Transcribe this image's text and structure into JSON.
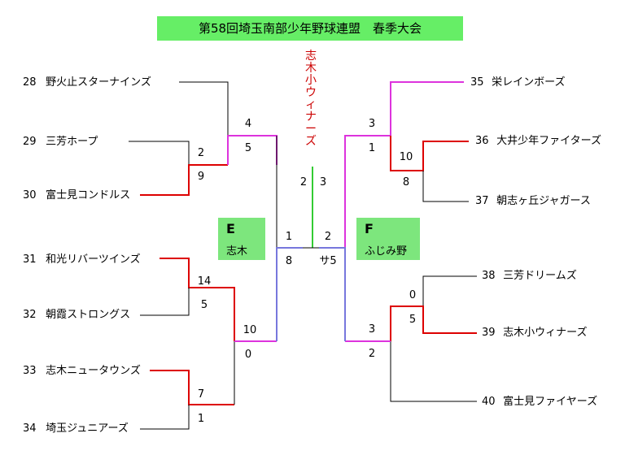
{
  "title": "第58回埼玉南部少年野球連盟　春季大会",
  "champion": [
    "志",
    "木",
    "小",
    "ウ",
    "ィ",
    "ナ",
    "ー",
    "ズ"
  ],
  "block_e": {
    "letter": "E",
    "name": "志木"
  },
  "block_f": {
    "letter": "F",
    "name": "ふじみ野"
  },
  "left_teams": [
    {
      "seed": "28",
      "name": "野火止スターナインズ"
    },
    {
      "seed": "29",
      "name": "三芳ホープ"
    },
    {
      "seed": "30",
      "name": "富士見コンドルス"
    },
    {
      "seed": "31",
      "name": "和光リバーツインズ"
    },
    {
      "seed": "32",
      "name": "朝霞ストロングス"
    },
    {
      "seed": "33",
      "name": "志木ニュータウンズ"
    },
    {
      "seed": "34",
      "name": "埼玉ジュニアーズ"
    }
  ],
  "right_teams": [
    {
      "seed": "35",
      "name": "栄レインボーズ"
    },
    {
      "seed": "36",
      "name": "大井少年ファイターズ"
    },
    {
      "seed": "37",
      "name": "朝志ヶ丘ジャガース"
    },
    {
      "seed": "38",
      "name": "三芳ドリームズ"
    },
    {
      "seed": "39",
      "name": "志木小ウィナーズ"
    },
    {
      "seed": "40",
      "name": "富士見ファイヤーズ"
    }
  ],
  "scores": {
    "l_29_30_top": "2",
    "l_29_30_bot": "9",
    "l_semi_top": "4",
    "l_semi_bot": "5",
    "l_31_32_top": "14",
    "l_31_32_bot": "5",
    "l_33_34_top": "7",
    "l_33_34_bot": "1",
    "l_q_top": "10",
    "l_q_bot": "0",
    "l_final_top": "1",
    "l_final_bot": "8",
    "r_36_37_top": "10",
    "r_36_37_bot": "8",
    "r_semi_top": "3",
    "r_semi_bot": "1",
    "r_38_39_top": "0",
    "r_38_39_bot": "5",
    "r_q_top": "3",
    "r_q_bot": "2",
    "r_final_top": "2",
    "r_final_bot": "サ5",
    "champ_left": "2",
    "champ_right": "3"
  },
  "colors": {
    "title_bg": "#66ee66",
    "block_bg": "#7de67d",
    "red": "#dd0000",
    "magenta": "#dd33dd",
    "blue": "#7777dd",
    "green": "#33cc33",
    "champion_text": "#cc0000"
  }
}
